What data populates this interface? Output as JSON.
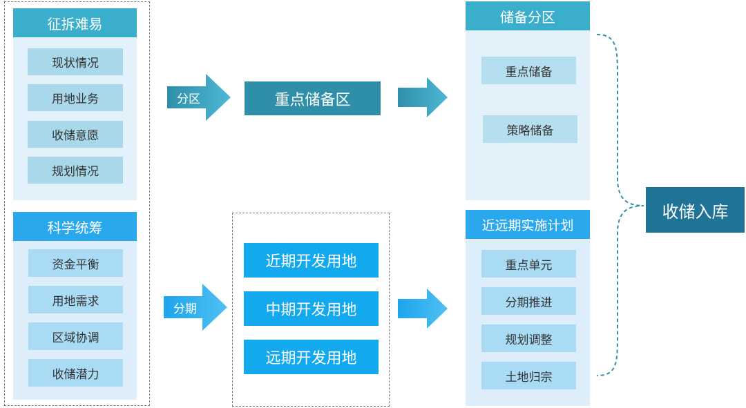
{
  "left": {
    "group1": {
      "title": "征拆难易",
      "items": [
        "现状情况",
        "用地业务",
        "收储意愿",
        "规划情况"
      ]
    },
    "group2": {
      "title": "科学统筹",
      "items": [
        "资金平衡",
        "用地需求",
        "区域协调",
        "收储潜力"
      ]
    }
  },
  "middle": {
    "arrow_zone_label": "分区",
    "zone_box": "重点储备区",
    "arrow_phase_label": "分期",
    "phase_boxes": [
      "近期开发用地",
      "中期开发用地",
      "远期开发用地"
    ]
  },
  "right": {
    "reserve": {
      "title": "储备分区",
      "items": [
        "重点储备",
        "策略储备"
      ]
    },
    "plan": {
      "title": "近远期实施计划",
      "items": [
        "重点单元",
        "分期推进",
        "规划调整",
        "土地归宗"
      ]
    }
  },
  "final_box": "收储入库",
  "colors": {
    "teal": "#3aaecb",
    "blue": "#2aa8ee",
    "dark_teal": "#2f8fa8",
    "bright_blue": "#12a9ee",
    "final": "#1e7396"
  }
}
